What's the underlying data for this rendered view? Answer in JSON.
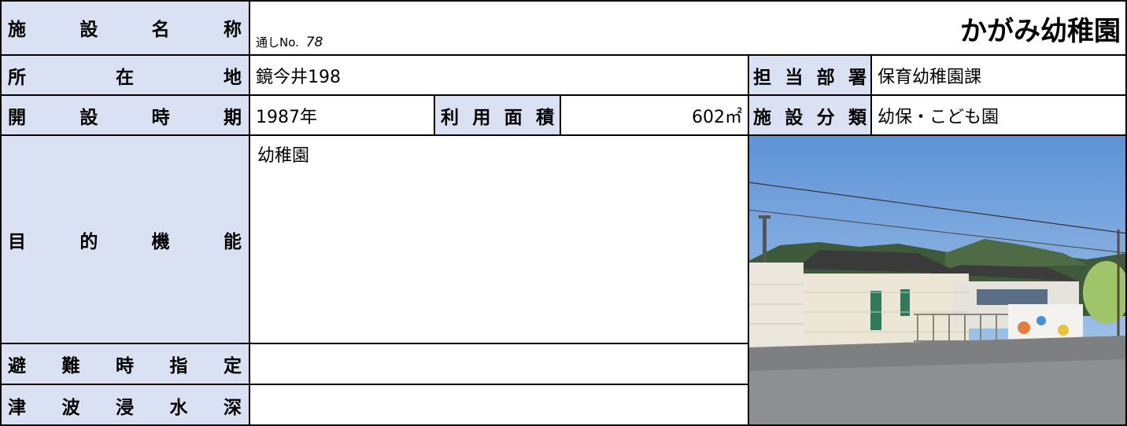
{
  "header": {
    "name_label": "施設名称",
    "serial_prefix": "通しNo.",
    "serial_no": "78",
    "facility_name": "かがみ幼稚園"
  },
  "location": {
    "label": "所在地",
    "value": "鏡今井198"
  },
  "department": {
    "label": "担当部署",
    "value": "保育幼稚園課"
  },
  "opened": {
    "label": "開設時期",
    "value": "1987年"
  },
  "area": {
    "label": "利用面積",
    "value": "602㎡"
  },
  "category": {
    "label": "施設分類",
    "value": "幼保・こども園"
  },
  "purpose": {
    "label": "目的機能",
    "value": "幼稚園"
  },
  "evacuation": {
    "label": "避難時指定",
    "value": ""
  },
  "tsunami": {
    "label": "津波浸水深",
    "value": ""
  },
  "photo": {
    "alt": "facility-photo"
  }
}
